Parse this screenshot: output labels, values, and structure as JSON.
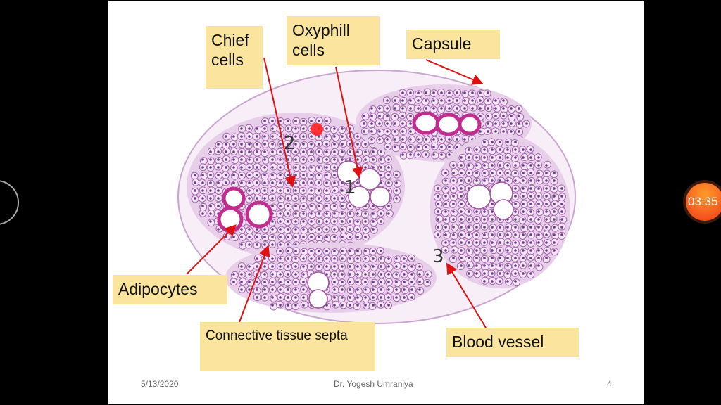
{
  "slide": {
    "labels": {
      "chief": "Chief cells",
      "oxyphill": "Oxyphill cells",
      "capsule": "Capsule",
      "adipocytes": "Adipocytes",
      "septa": "Connective tissue septa",
      "blood_vessel": "Blood vessel"
    },
    "numbers": [
      "1",
      "2",
      "3"
    ],
    "footer": {
      "date": "5/13/2020",
      "author": "Dr. Yogesh Umraniya",
      "page": "4"
    }
  },
  "player": {
    "timer": "03:35"
  },
  "colors": {
    "label_bg": "#fae49e",
    "arrow": "#e01010",
    "cell": "#b070b8",
    "accent": "#f04a1a"
  }
}
